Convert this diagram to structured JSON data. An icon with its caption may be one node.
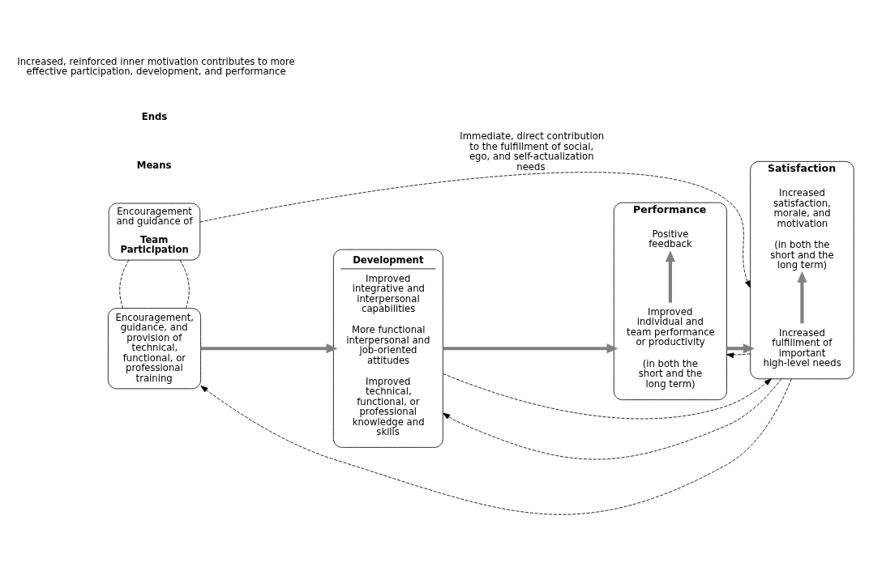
{
  "diagram": {
    "nodes": [
      {
        "text": [
          "Encouragement and guidance of",
          "Team Participation"
        ]
      },
      {
        "text": [
          "Encouragement, guidance, and provision of technical, functional, or professional training"
        ]
      },
      {
        "text": [
          "Development",
          "Improved integrative and interpersonal capabilities",
          "More functional interpersonal and job-oriented attitudes",
          "Improved technical, functional, or professional knowledge and skills"
        ]
      },
      {
        "text": [
          "Performance"
        ]
      },
      {
        "text": [
          "Improved individual and team performance or productivity",
          "(in both the short and the long term)"
        ],
        "in": 3
      },
      {
        "text": [
          "Positive feedback"
        ],
        "in": 3
      },
      {
        "text": [
          "Satisfaction"
        ]
      },
      {
        "text": [
          "Increased fulfillment of important high-level needs"
        ],
        "in": 6
      },
      {
        "text": [
          "Increased satisfaction, morale, and motivation",
          "(in both the short and the long term)"
        ],
        "in": 6
      }
    ],
    "edges": [
      {
        "from": 0,
        "to": 1,
        "arrow": "none",
        "style": "dashed"
      },
      {
        "from": 0,
        "to": 1,
        "arrow": "none",
        "style": "dashed"
      },
      {
        "from": 0,
        "to": 6,
        "arrow": "to",
        "style": "dashed",
        "label": "Immediate, direct contribution to the fulfillment of social, ego, and self-actualization needs"
      },
      {
        "from": 2,
        "to": 6,
        "arrow": "to",
        "style": "dashed"
      },
      {
        "from": 1,
        "to": 2,
        "arrow": "to",
        "style": "thick",
        "color": "#808080"
      },
      {
        "from": 2,
        "to": 3,
        "arrow": "to",
        "style": "thick",
        "color": "#808080"
      },
      {
        "from": 3,
        "to": 6,
        "arrow": "to",
        "style": "thick",
        "color": "#808080"
      },
      {
        "from": 4,
        "to": 5,
        "arrow": "to",
        "style": "thick",
        "color": "#808080"
      },
      {
        "from": 7,
        "to": 8,
        "arrow": "to",
        "style": "thick",
        "color": "#808080"
      },
      {
        "from": 6,
        "to": 1,
        "arrow": "to",
        "style": "dashed"
      },
      {
        "from": 6,
        "to": 2,
        "arrow": "to",
        "style": "dashed"
      },
      {
        "from": 6,
        "to": 3,
        "arrow": "to",
        "style": "dashed"
      }
    ],
    "labels": [
      "Means",
      "Ends",
      "Increased, reinforced inner motivation contributes to more effective participation, development, and performance"
    ]
  }
}
